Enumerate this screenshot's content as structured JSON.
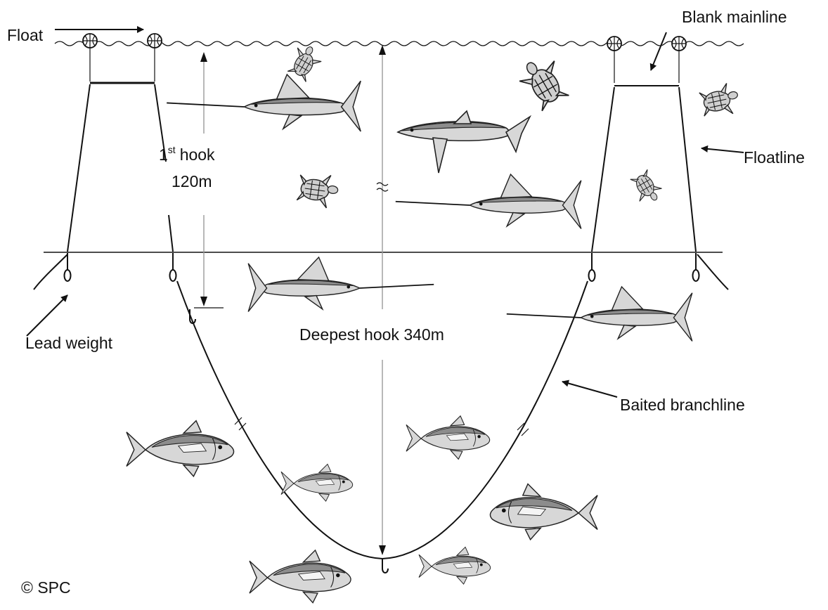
{
  "labels": {
    "float": "Float",
    "blank_mainline": "Blank mainline",
    "floatline": "Floatline",
    "first_hook_prefix": "1",
    "first_hook_sup": "st",
    "first_hook_word": "hook",
    "first_hook_depth": "120m",
    "deepest_hook": "Deepest hook 340m",
    "lead_weight": "Lead weight",
    "baited_branchline": "Baited branchline",
    "copyright": "© SPC"
  },
  "depths_m": {
    "first_hook": 120,
    "deepest_hook": 340
  },
  "icons": {
    "float": "float-icon",
    "turtle": "turtle-icon",
    "marlin": "marlin-icon",
    "swordfish": "swordfish-icon",
    "shark": "shark-icon",
    "tuna": "tuna-icon",
    "hook": "hook-icon",
    "lead_weight": "lead-weight-icon"
  }
}
